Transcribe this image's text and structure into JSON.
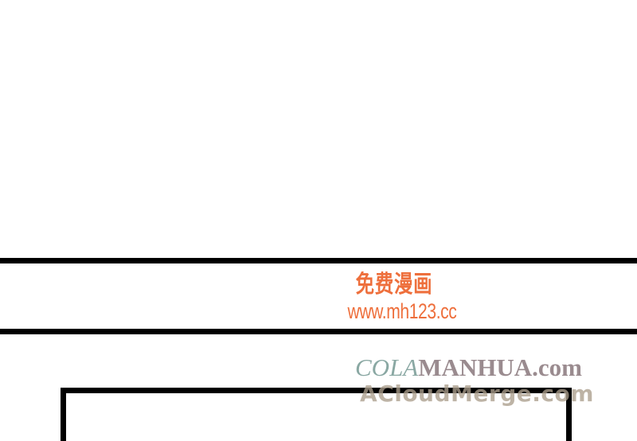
{
  "watermarks": {
    "site_cn": "免费漫画",
    "site_url": "www.mh123.cc",
    "cola_prefix": "COLA",
    "cola_suffix": "MANHUA.com",
    "acloud": "ACloudMerge.com"
  },
  "colors": {
    "background": "#ffffff",
    "panel_border": "#000000",
    "watermark_red": "#ee6f3c",
    "watermark_teal": "#8aa8a3",
    "watermark_mauve": "#9a8b8f",
    "watermark_tan": "#aa9e8c"
  }
}
